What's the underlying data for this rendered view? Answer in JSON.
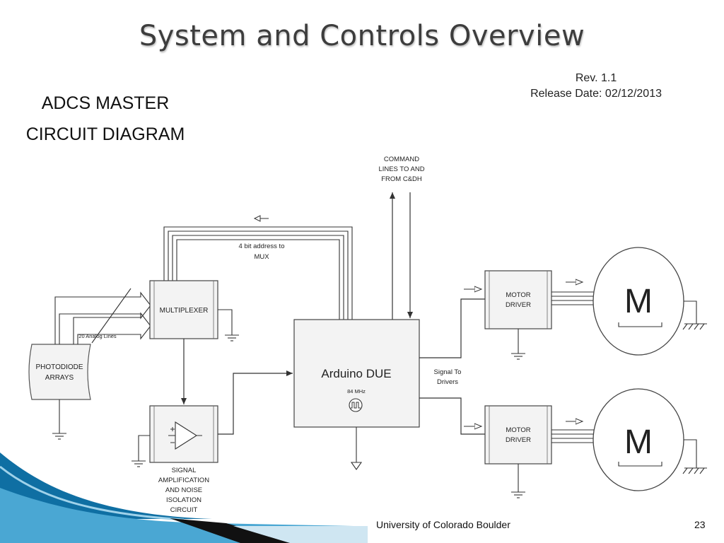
{
  "slide": {
    "title": "System and Controls Overview",
    "revision": "Rev. 1.1",
    "release_date": "Release Date: 02/12/2013",
    "diagram_title_line1": "ADCS MASTER",
    "diagram_title_line2": "CIRCUIT DIAGRAM"
  },
  "diagram": {
    "command_lines": [
      "COMMAND",
      "LINES TO AND",
      "FROM C&DH"
    ],
    "address_label": [
      "4 bit address to",
      "MUX"
    ],
    "analog_lines": "20 Analog Lines",
    "photodiode": [
      "PHOTODIODE",
      "ARRAYS"
    ],
    "multiplexer": "MULTIPLEXER",
    "signal_amp": [
      "SIGNAL",
      "AMPLIFICATION",
      "AND NOISE",
      "ISOLATION",
      "CIRCUIT"
    ],
    "arduino": "Arduino DUE",
    "clock": "84 MHz",
    "signal_to_drivers": [
      "Signal To",
      "Drivers"
    ],
    "motor_driver": [
      "MOTOR",
      "DRIVER"
    ],
    "motor_symbol": "M"
  },
  "footer": {
    "organization": "University of Colorado Boulder",
    "page_number": "23"
  },
  "colors": {
    "title": "#3d3d3d",
    "box_fill": "#f3f3f3",
    "line": "#333333",
    "accent_blue": "#1d7fb3"
  }
}
